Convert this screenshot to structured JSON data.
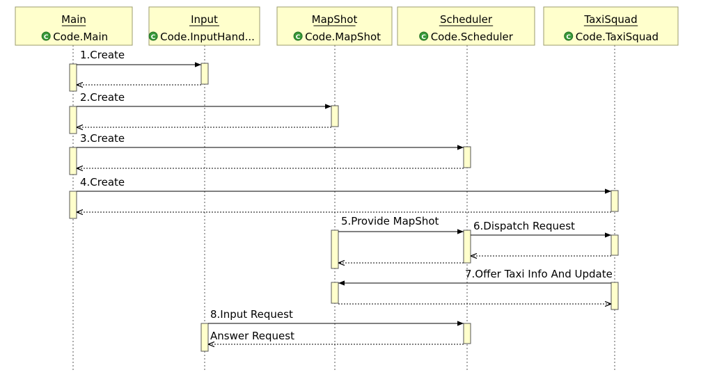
{
  "diagram": {
    "type": "uml-sequence",
    "lifelines": [
      {
        "id": "main",
        "name": "Main",
        "classifier": "Code.Main",
        "icon": "class-c-icon"
      },
      {
        "id": "input",
        "name": "Input",
        "classifier": "Code.InputHand...",
        "icon": "class-c-icon"
      },
      {
        "id": "mapshot",
        "name": "MapShot",
        "classifier": "Code.MapShot",
        "icon": "class-c-icon"
      },
      {
        "id": "scheduler",
        "name": "Scheduler",
        "classifier": "Code.Scheduler",
        "icon": "class-c-icon"
      },
      {
        "id": "taxisquad",
        "name": "TaxiSquad",
        "classifier": "Code.TaxiSquad",
        "icon": "class-c-icon"
      }
    ],
    "messages": [
      {
        "label": "1.Create",
        "from": "main",
        "to": "input",
        "kind": "call"
      },
      {
        "label": "",
        "from": "input",
        "to": "main",
        "kind": "return"
      },
      {
        "label": "2.Create",
        "from": "main",
        "to": "mapshot",
        "kind": "call"
      },
      {
        "label": "",
        "from": "mapshot",
        "to": "main",
        "kind": "return"
      },
      {
        "label": "3.Create",
        "from": "main",
        "to": "scheduler",
        "kind": "call"
      },
      {
        "label": "",
        "from": "scheduler",
        "to": "main",
        "kind": "return"
      },
      {
        "label": "4.Create",
        "from": "main",
        "to": "taxisquad",
        "kind": "call"
      },
      {
        "label": "",
        "from": "taxisquad",
        "to": "main",
        "kind": "return"
      },
      {
        "label": "5.Provide MapShot",
        "from": "mapshot",
        "to": "scheduler",
        "kind": "call"
      },
      {
        "label": "6.Dispatch Request",
        "from": "scheduler",
        "to": "taxisquad",
        "kind": "call"
      },
      {
        "label": "",
        "from": "taxisquad",
        "to": "scheduler",
        "kind": "return"
      },
      {
        "label": "",
        "from": "scheduler",
        "to": "mapshot",
        "kind": "return"
      },
      {
        "label": "7.Offer Taxi Info And Update",
        "from": "taxisquad",
        "to": "mapshot",
        "kind": "call"
      },
      {
        "label": "",
        "from": "mapshot",
        "to": "taxisquad",
        "kind": "return"
      },
      {
        "label": "8.Input Request",
        "from": "input",
        "to": "scheduler",
        "kind": "call"
      },
      {
        "label": "Answer Request",
        "from": "scheduler",
        "to": "input",
        "kind": "return"
      }
    ],
    "colors": {
      "box_fill": "#ffffcc",
      "class_icon": "#3a9a3a"
    }
  }
}
